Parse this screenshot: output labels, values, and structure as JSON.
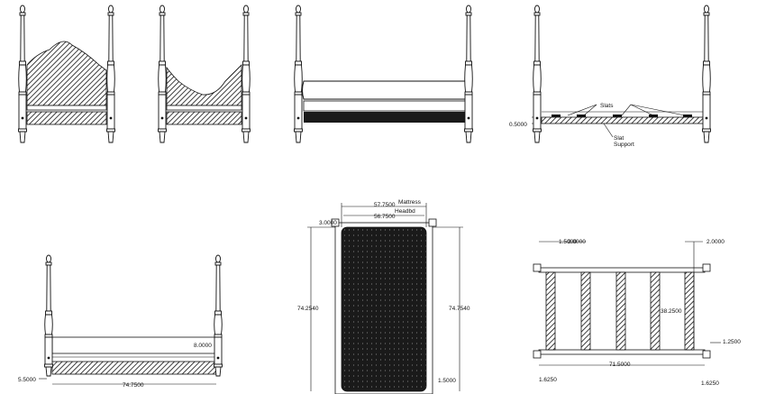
{
  "labels": {
    "slats": "Slats",
    "slat_support": "Slat\nSupport",
    "mattress": "Mattress",
    "headbd": "Headbd"
  },
  "dimensions": {
    "slat_height": "0.5000",
    "mattress_width": "57.7500",
    "headbd_width": "56.7500",
    "head_offset": "3.0000",
    "length_left": "74.2540",
    "length_right": "74.7540",
    "foot_offset": "1.5000",
    "rail_height": "8.0000",
    "leg_height": "5.5000",
    "side_length": "74.7500",
    "top_offset": "1.5000",
    "top_offset2": "2.0000",
    "inner_height": "38.2500",
    "right_offset": "1.2500",
    "bottom_width": "71.5000",
    "left_small": "1.6250",
    "right_small": "1.6250"
  },
  "colors": {
    "line": "#111111",
    "fill_dark": "#1a1a1a"
  }
}
